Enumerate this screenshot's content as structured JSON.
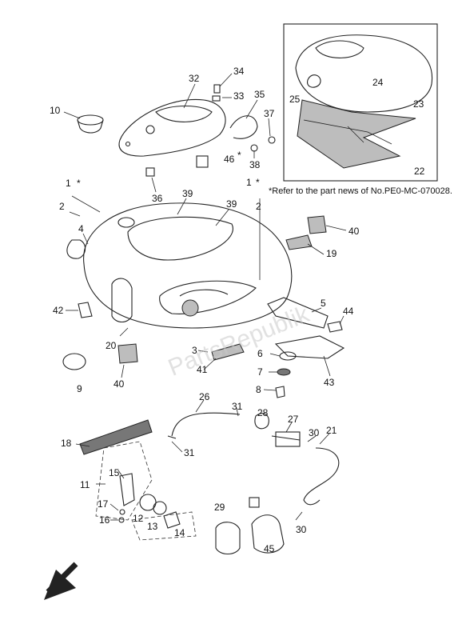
{
  "note": "*Refer to the part news of No.PE0-MC-070028.",
  "watermark": "PartsRepublik",
  "labels": {
    "l1a": "1",
    "l2a": "2",
    "l4": "4",
    "l10": "10",
    "l32": "32",
    "l34": "34",
    "l33": "33",
    "l35": "35",
    "l37": "37",
    "l38": "38",
    "l46": "46",
    "l36": "36",
    "l39a": "39",
    "l39b": "39",
    "l1b": "1",
    "l2b": "2",
    "l40a": "40",
    "l19": "19",
    "l5": "5",
    "l44": "44",
    "l42": "42",
    "l20": "20",
    "l3": "3",
    "l6": "6",
    "l7": "7",
    "l8": "8",
    "l41": "41",
    "l43": "43",
    "l9": "9",
    "l40b": "40",
    "l26": "26",
    "l31a": "31",
    "l28": "28",
    "l27": "27",
    "l30a": "30",
    "l21": "21",
    "l18": "18",
    "l31b": "31",
    "l15": "15",
    "l11": "11",
    "l17": "17",
    "l16": "16",
    "l12": "12",
    "l13": "13",
    "l14": "14",
    "l29": "29",
    "l45": "45",
    "l30b": "30",
    "l24": "24",
    "l25": "25",
    "l23": "23",
    "l22": "22",
    "star1": "*",
    "star2": "*",
    "star46": "*"
  }
}
